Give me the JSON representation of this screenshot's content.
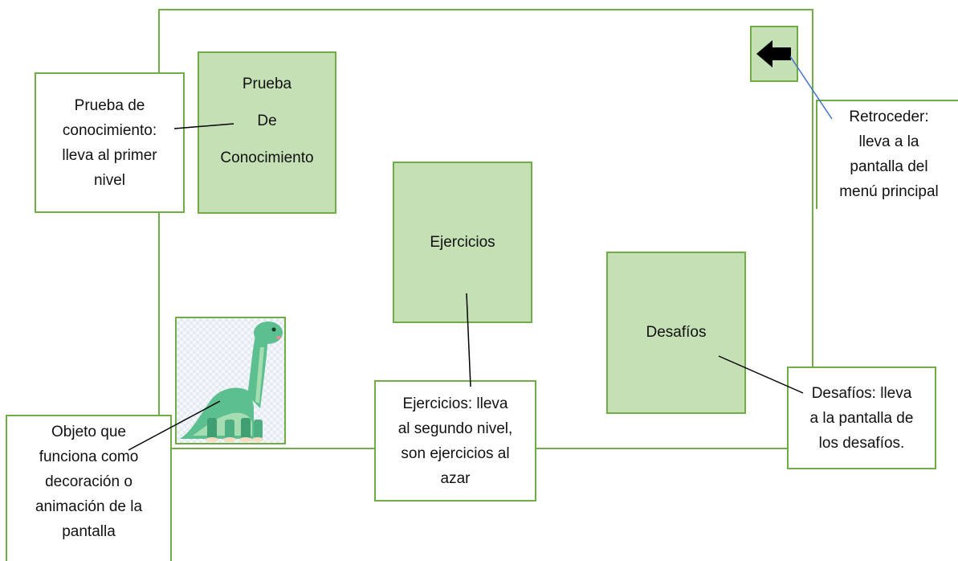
{
  "buttons": {
    "prueba": {
      "lines": [
        "Prueba",
        "De",
        "Conocimiento"
      ]
    },
    "ejercicios": {
      "label": "Ejercicios"
    },
    "desafios": {
      "label": "Desafíos"
    },
    "back": {
      "icon": "arrow-left-icon"
    }
  },
  "callouts": {
    "prueba": {
      "lines": [
        "Prueba de",
        "conocimiento:",
        "lleva al primer",
        "nivel"
      ]
    },
    "retroceder": {
      "lines": [
        "Retroceder:",
        "lleva a la",
        "pantalla del",
        "menú principal"
      ]
    },
    "ejercicios": {
      "lines": [
        "Ejercicios: lleva",
        "al segundo nivel,",
        "son ejercicios al",
        "azar"
      ]
    },
    "desafios": {
      "lines": [
        "Desafíos: lleva",
        "a la pantalla de",
        "los desafíos."
      ]
    },
    "objeto": {
      "lines": [
        "Objeto  que",
        "funciona como",
        "decoración o",
        "animación de la",
        "pantalla"
      ]
    }
  },
  "decoration": {
    "icon": "dinosaur-icon"
  },
  "colors": {
    "button_fill": "#c5e0b4",
    "border_green": "#70ad47",
    "dino_green": "#5cbf8f",
    "connector_blue": "#4472c4"
  }
}
